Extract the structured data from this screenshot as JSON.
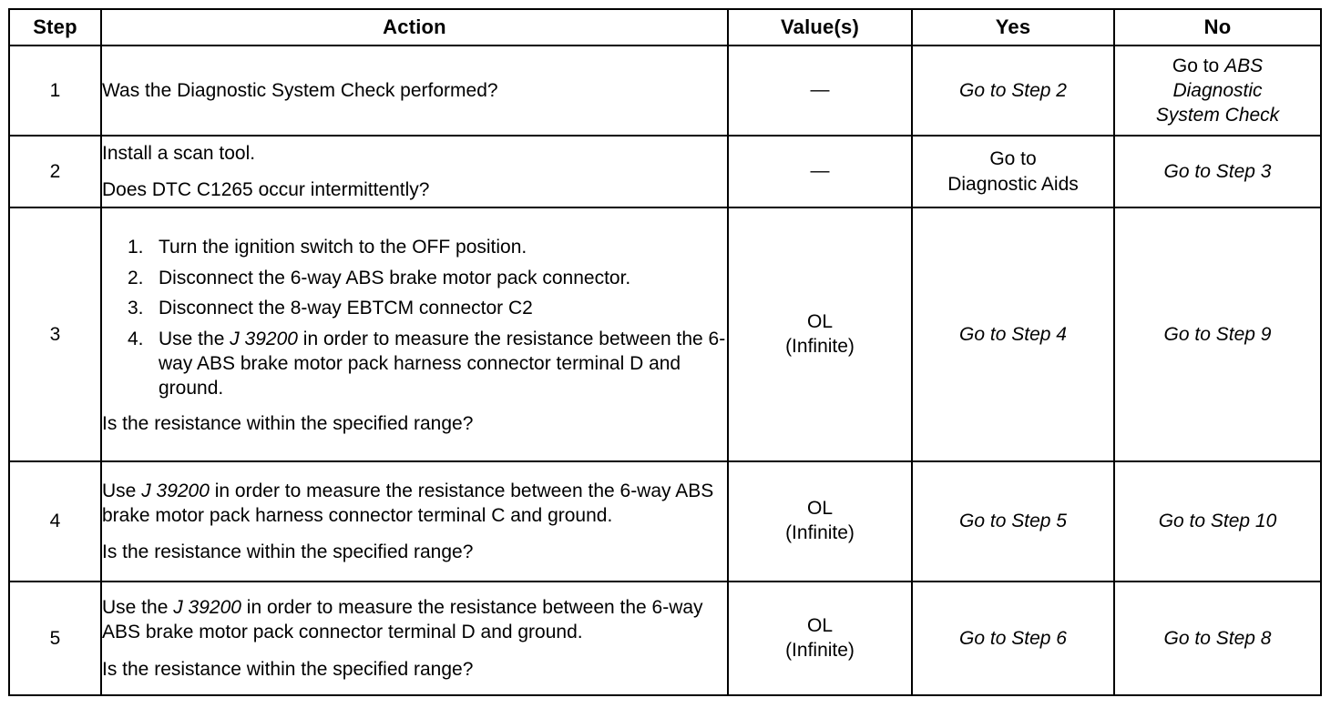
{
  "table": {
    "headers": {
      "step": "Step",
      "action": "Action",
      "values": "Value(s)",
      "yes": "Yes",
      "no": "No"
    },
    "rows": [
      {
        "step": "1",
        "action": {
          "lines": [
            "Was the Diagnostic System Check performed?"
          ]
        },
        "value": {
          "dash": "—"
        },
        "yes": {
          "italic": "Go to Step 2"
        },
        "no": {
          "line1_plain": "Go to ",
          "line1_italic": "ABS",
          "line2_italic": "Diagnostic",
          "line3_italic": "System Check"
        }
      },
      {
        "step": "2",
        "action": {
          "lines": [
            "Install a scan tool.",
            "Does DTC C1265 occur intermittently?"
          ]
        },
        "value": {
          "dash": "—"
        },
        "yes": {
          "line1": "Go to",
          "line2": "Diagnostic Aids"
        },
        "no": {
          "italic": "Go to Step 3"
        }
      },
      {
        "step": "3",
        "action": {
          "list": [
            {
              "num": "1.",
              "text": "Turn the ignition switch to the OFF position."
            },
            {
              "num": "2.",
              "text": "Disconnect the 6-way ABS brake motor pack connector."
            },
            {
              "num": "3.",
              "text": "Disconnect the 8-way EBTCM connector C2"
            },
            {
              "num": "4.",
              "pre": "Use the ",
              "tool": "J 39200",
              "post": " in order to measure the resistance between the 6-way ABS brake motor pack harness connector terminal D and ground."
            }
          ],
          "closer": "Is the resistance within the specified range?"
        },
        "value": {
          "main": "OL",
          "sub": "(Infinite)"
        },
        "yes": {
          "italic": "Go to Step 4"
        },
        "no": {
          "italic": "Go to Step 9"
        }
      },
      {
        "step": "4",
        "action": {
          "pre": "Use ",
          "tool": "J 39200",
          "post": " in order to measure the resistance between the 6-way ABS brake motor pack harness connector terminal C and ground.",
          "closer": "Is the resistance within the specified range?"
        },
        "value": {
          "main": "OL",
          "sub": "(Infinite)"
        },
        "yes": {
          "italic": "Go to Step 5"
        },
        "no": {
          "italic": "Go to Step 10"
        }
      },
      {
        "step": "5",
        "action": {
          "pre": "Use the ",
          "tool": "J 39200",
          "post": " in order to measure the resistance between the 6-way ABS brake motor pack connector terminal D and ground.",
          "closer": "Is the resistance within the specified range?"
        },
        "value": {
          "main": "OL",
          "sub": "(Infinite)"
        },
        "yes": {
          "italic": "Go to Step 6"
        },
        "no": {
          "italic": "Go to Step 8"
        }
      }
    ]
  }
}
